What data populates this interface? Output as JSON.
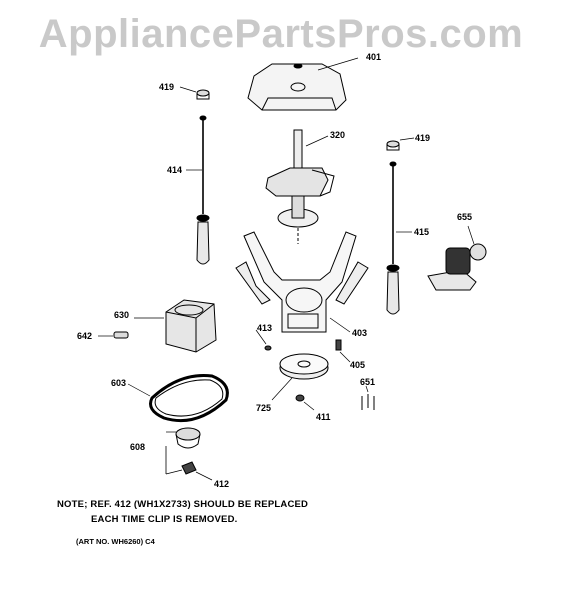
{
  "watermark": "AppliancePartsPros.com",
  "parts": [
    {
      "id": "401",
      "label": "401"
    },
    {
      "id": "419a",
      "label": "419"
    },
    {
      "id": "320",
      "label": "320"
    },
    {
      "id": "419b",
      "label": "419"
    },
    {
      "id": "414",
      "label": "414"
    },
    {
      "id": "415",
      "label": "415"
    },
    {
      "id": "655",
      "label": "655"
    },
    {
      "id": "630",
      "label": "630"
    },
    {
      "id": "413",
      "label": "413"
    },
    {
      "id": "403",
      "label": "403"
    },
    {
      "id": "642",
      "label": "642"
    },
    {
      "id": "405",
      "label": "405"
    },
    {
      "id": "603",
      "label": "603"
    },
    {
      "id": "651",
      "label": "651"
    },
    {
      "id": "725",
      "label": "725"
    },
    {
      "id": "411",
      "label": "411"
    },
    {
      "id": "608",
      "label": "608"
    },
    {
      "id": "412",
      "label": "412"
    }
  ],
  "note_line1": "NOTE; REF. 412 (WH1X2733) SHOULD BE REPLACED",
  "note_line2": "EACH TIME CLIP IS REMOVED.",
  "art_no": "(ART NO. WH6260) C4"
}
